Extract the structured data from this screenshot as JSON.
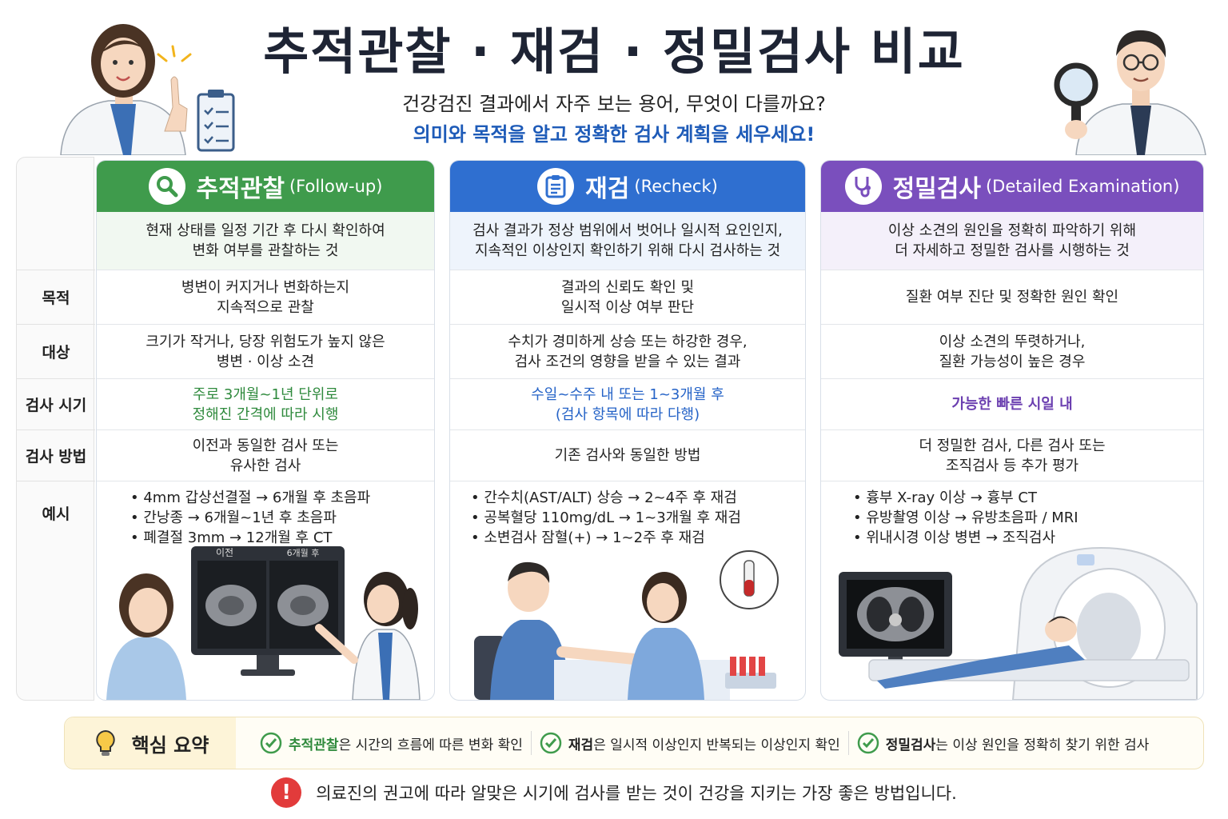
{
  "header": {
    "title": "추적관찰 · 재검 · 정밀검사 비교",
    "subtitle1": "건강검진 결과에서 자주 보는 용어, 무엇이 다를까요?",
    "subtitle2": "의미와 목적을 알고 정확한 검사 계획을 세우세요!"
  },
  "row_labels": [
    "목적",
    "대상",
    "검사 시기",
    "검사 방법",
    "예시"
  ],
  "colors": {
    "followup": "#3f9b4c",
    "recheck": "#2f6fd0",
    "detail": "#7a4fbd"
  },
  "columns": [
    {
      "icon": "search-icon",
      "name": "추적관찰",
      "name_en": "(Follow-up)",
      "definition": [
        "현재 상태를 일정 기간 후 다시 확인하여",
        "변화 여부를 관찰하는 것"
      ],
      "purpose": [
        "병변이 커지거나 변화하는지",
        "지속적으로 관찰"
      ],
      "target": [
        "크기가 작거나, 당장 위험도가 높지 않은",
        "병변 · 이상 소견"
      ],
      "timing": [
        "주로 3개월~1년 단위로",
        "정해진 간격에 따라 시행"
      ],
      "method": [
        "이전과 동일한 검사 또는",
        "유사한 검사"
      ],
      "examples": [
        "4mm 갑상선결절 → 6개월 후 초음파",
        "간낭종 → 6개월~1년 후 초음파",
        "폐결절 3mm → 12개월 후 CT"
      ],
      "monitor_labels": [
        "이전",
        "6개월 후"
      ]
    },
    {
      "icon": "clipboard-icon",
      "name": "재검",
      "name_en": "(Recheck)",
      "definition": [
        "검사 결과가 정상 범위에서 벗어나 일시적 요인인지,",
        "지속적인 이상인지 확인하기 위해 다시 검사하는 것"
      ],
      "purpose": [
        "결과의 신뢰도 확인 및",
        "일시적 이상 여부 판단"
      ],
      "target": [
        "수치가 경미하게 상승 또는 하강한 경우,",
        "검사 조건의 영향을 받을 수 있는 결과"
      ],
      "timing": [
        "수일~수주 내 또는 1~3개월 후",
        "(검사 항목에 따라 다행)"
      ],
      "method": [
        "기존 검사와 동일한 방법"
      ],
      "examples": [
        "간수치(AST/ALT) 상승 → 2~4주 후 재검",
        "공복혈당 110mg/dL → 1~3개월 후 재검",
        "소변검사 잠혈(+) → 1~2주 후 재검"
      ]
    },
    {
      "icon": "stethoscope-icon",
      "name": "정밀검사",
      "name_en": "(Detailed Examination)",
      "definition": [
        "이상 소견의 원인을 정확히 파악하기 위해",
        "더 자세하고 정밀한 검사를 시행하는 것"
      ],
      "purpose": [
        "질환 여부 진단 및 정확한 원인 확인"
      ],
      "target": [
        "이상 소견의 뚜렷하거나,",
        "질환 가능성이 높은 경우"
      ],
      "timing": [
        "가능한 빠른 시일 내"
      ],
      "method": [
        "더 정밀한 검사, 다른 검사 또는",
        "조직검사 등 추가 평가"
      ],
      "examples": [
        "흉부 X-ray 이상 → 흉부 CT",
        "유방촬영 이상 → 유방초음파 / MRI",
        "위내시경 이상 병변 → 조직검사"
      ]
    }
  ],
  "summary": {
    "title": "핵심 요약",
    "items": [
      {
        "keyword": "추적관찰",
        "text": "은 시간의 흐름에 따른 변화 확인"
      },
      {
        "keyword": "재검",
        "text": "은 일시적 이상인지 반복되는 이상인지 확인"
      },
      {
        "keyword": "정밀검사",
        "text": "는 이상 원인을 정확히 찾기 위한 검사"
      }
    ]
  },
  "footer": {
    "warning_mark": "!",
    "text": "의료진의 권고에 따라 알맞은 시기에 검사를 받는 것이 건강을 지키는 가장 좋은 방법입니다."
  }
}
